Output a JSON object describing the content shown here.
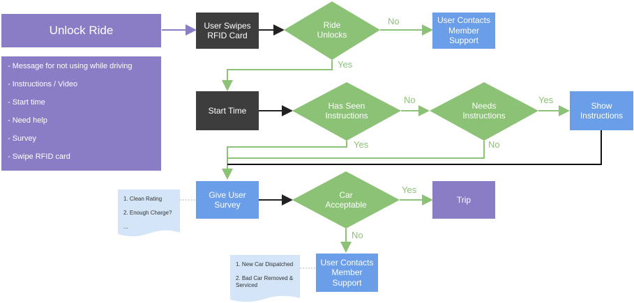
{
  "unlock_ride": {
    "title": "Unlock Ride",
    "items": [
      "- Message for not using while driving",
      "- Instructions / Video",
      "- Start time",
      "- Need help",
      "- Survey",
      "- Swipe RFID card"
    ]
  },
  "nodes": {
    "swipe_card": "User Swipes\nRFID Card",
    "ride_unlocks": "Ride\nUnlocks",
    "contact_support_1": "User Contacts\nMember\nSupport",
    "start_time": "Start Time",
    "has_seen_instructions": "Has Seen\nInstructions",
    "needs_instructions": "Needs\nInstructions",
    "show_instructions": "Show\nInstructions",
    "give_survey": "Give User\nSurvey",
    "car_acceptable": "Car\nAcceptable",
    "trip": "Trip",
    "contact_support_2": "User Contacts\nMember\nSupport"
  },
  "edge_labels": {
    "ride_no": "No",
    "ride_yes": "Yes",
    "seen_no": "No",
    "seen_yes": "Yes",
    "needs_yes": "Yes",
    "needs_no": "No",
    "car_yes": "Yes",
    "car_no": "No"
  },
  "notes": {
    "survey": [
      "1. Clean Rating",
      "2. Enough Charge?",
      "..."
    ],
    "car_issue": [
      "1. New Car Dispatched",
      "2. Bad Car Removed &\nServiced"
    ]
  },
  "colors": {
    "green": "#8cc276",
    "dark": "#3d3d3d",
    "blue": "#6b9ee8",
    "purple": "#8b7cc6",
    "note": "#d3e5f7"
  }
}
